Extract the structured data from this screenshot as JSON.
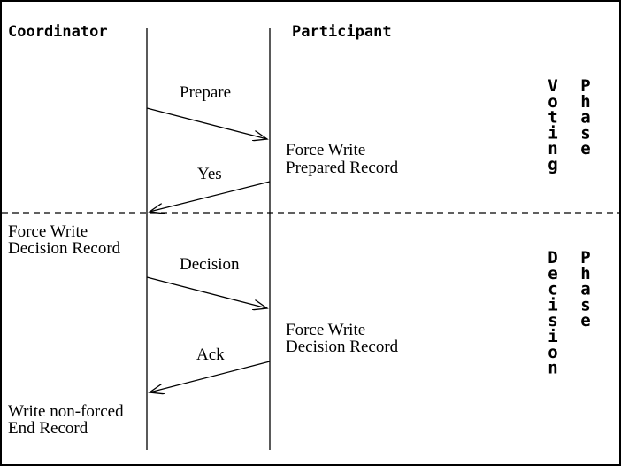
{
  "headers": {
    "coordinator": "Coordinator",
    "participant": "Participant"
  },
  "messages": {
    "prepare": "Prepare",
    "yes": "Yes",
    "decision": "Decision",
    "ack": "Ack"
  },
  "notes": {
    "participant_prepared_1": "Force Write",
    "participant_prepared_2": "Prepared Record",
    "coordinator_decision_1": "Force Write",
    "coordinator_decision_2": "Decision Record",
    "participant_decision_1": "Force Write",
    "participant_decision_2": "Decision Record",
    "coordinator_end_1": "Write non-forced",
    "coordinator_end_2": "End Record"
  },
  "phases": {
    "voting": [
      "Voting",
      "Phase"
    ],
    "decision": [
      "Decision",
      "Phase"
    ]
  }
}
